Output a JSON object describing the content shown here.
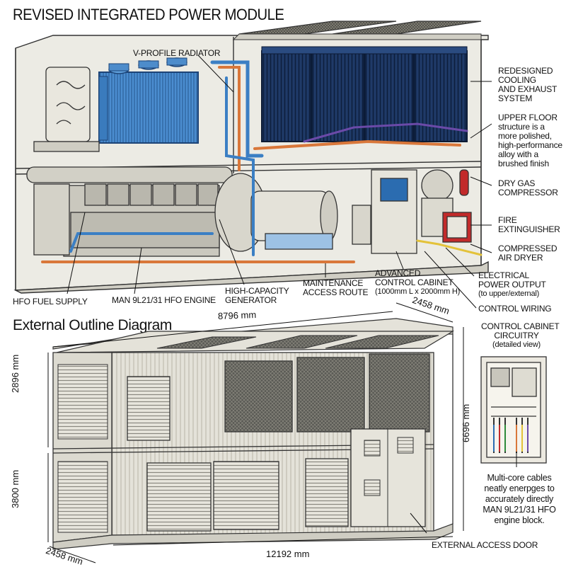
{
  "header": {
    "title": "REVISED INTEGRATED POWER MODULE",
    "subtitle": "External Outline Diagram"
  },
  "callouts": {
    "v_profile_radiator": "V-PROFILE RADIATOR",
    "redesigned_cooling": [
      "REDESIGNED",
      "COOLING",
      "AND EXHAUST",
      "SYSTEM"
    ],
    "upper_floor": [
      "UPPER FLOOR",
      "structure is a",
      "more polished,",
      "high-performance",
      "alloy with a",
      "brushed finish"
    ],
    "dry_gas_compressor": [
      "DRY GAS",
      "COMPRESSOR"
    ],
    "fire_extinguisher": [
      "FIRE",
      "EXTINGUISHER"
    ],
    "compressed_air_dryer": [
      "COMPRESSED",
      "AIR DRYER"
    ],
    "electrical_power_output": [
      "ELECTRICAL",
      "POWER OUTPUT",
      "(to upper/external)"
    ],
    "control_wiring": "CONTROL WIRING",
    "advanced_control_cabinet": [
      "ADVANCED",
      "CONTROL CABINET",
      "(1000mm L x 2000mm H)"
    ],
    "maintenance_access_route": [
      "MAINTENANCE",
      "ACCESS ROUTE"
    ],
    "high_capacity_generator": [
      "HIGH-CAPACITY",
      "GENERATOR"
    ],
    "man_engine": "MAN 9L21/31 HFO ENGINE",
    "hfo_fuel_supply": "HFO FUEL SUPPLY",
    "external_access_door": "EXTERNAL ACCESS DOOR"
  },
  "dimensions": {
    "top_length": "8796 mm",
    "top_depth": "2458 mm",
    "upper_height": "2896 mm",
    "lower_height": "3800 mm",
    "total_height": "6696 mm",
    "bottom_length": "12192 mm",
    "bottom_depth": "2458 mm"
  },
  "inset": {
    "title": [
      "CONTROL CABINET",
      "CIRCUITRY",
      "(detailed view)"
    ],
    "caption": [
      "Multi-core cables",
      "neatly enerpges to",
      "accurately directly",
      "MAN 9L21/31 HFO",
      "engine block."
    ]
  },
  "colors": {
    "frame": "#dedcd2",
    "outline": "#333333",
    "radiator_blue": "#3d7fc0",
    "cooling_navy": "#1f3a68",
    "pipe_orange": "#d9773a",
    "pipe_blue": "#3b7fc4",
    "pipe_yellow": "#e3c23a",
    "wire_purple": "#6b4aa8",
    "extinguisher_red": "#c22a2a",
    "screen_blue": "#2b6cb0"
  }
}
